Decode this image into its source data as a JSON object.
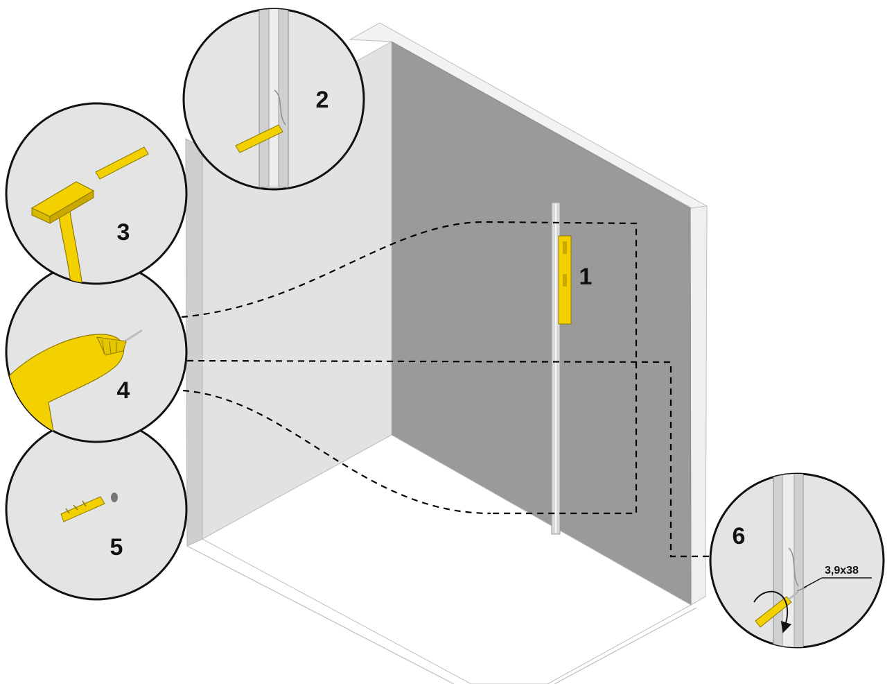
{
  "step_labels": {
    "step1": "1",
    "step2": "2",
    "step3": "3",
    "step4": "4",
    "step5": "5",
    "step6": "6"
  },
  "screw_size": "3,9x38",
  "colors": {
    "wall_back": "#9a9a9a",
    "wall_side": "#e2e2e2",
    "wall_edge": "#eeeeee",
    "floor": "#ffffff",
    "circle_fill": "#e4e4e4",
    "tool_yellow": "#f3d100",
    "tool_yellow_dark": "#b59a00",
    "rail": "#d7d7d7",
    "dashes": "#000000"
  },
  "icons": {
    "step2": "rail-with-level-icon",
    "step3": "hammer-and-dowel-icon",
    "step4": "drill-icon",
    "step5": "wall-plug-icon",
    "step6": "screwdriver-screw-icon"
  }
}
